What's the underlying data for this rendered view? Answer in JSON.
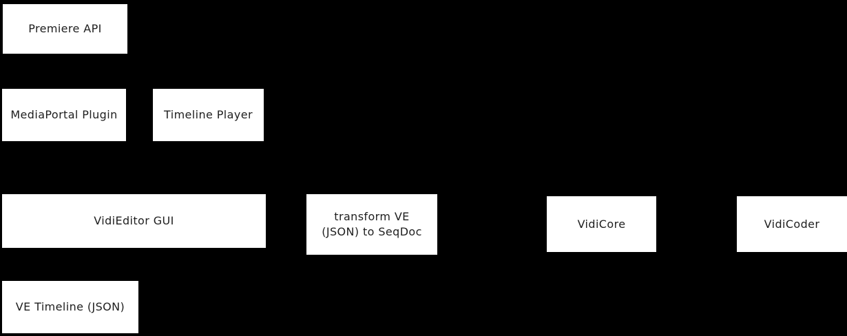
{
  "diagram": {
    "background_color": "#000000",
    "node_fill_color": "#ffffff",
    "node_text_color": "#1e1e1e",
    "nodes": [
      {
        "id": "premiere-api",
        "label": "Premiere API"
      },
      {
        "id": "mediaportal-plugin",
        "label": "MediaPortal Plugin"
      },
      {
        "id": "timeline-player",
        "label": "Timeline Player"
      },
      {
        "id": "vidieditor-gui",
        "label": "VidiEditor GUI"
      },
      {
        "id": "transform-ve-json-to-seqdoc",
        "label": "transform VE\n(JSON) to SeqDoc"
      },
      {
        "id": "vidicore",
        "label": "VidiCore"
      },
      {
        "id": "vidicoder",
        "label": "VidiCoder"
      },
      {
        "id": "ve-timeline-json",
        "label": "VE Timeline (JSON)"
      }
    ]
  }
}
